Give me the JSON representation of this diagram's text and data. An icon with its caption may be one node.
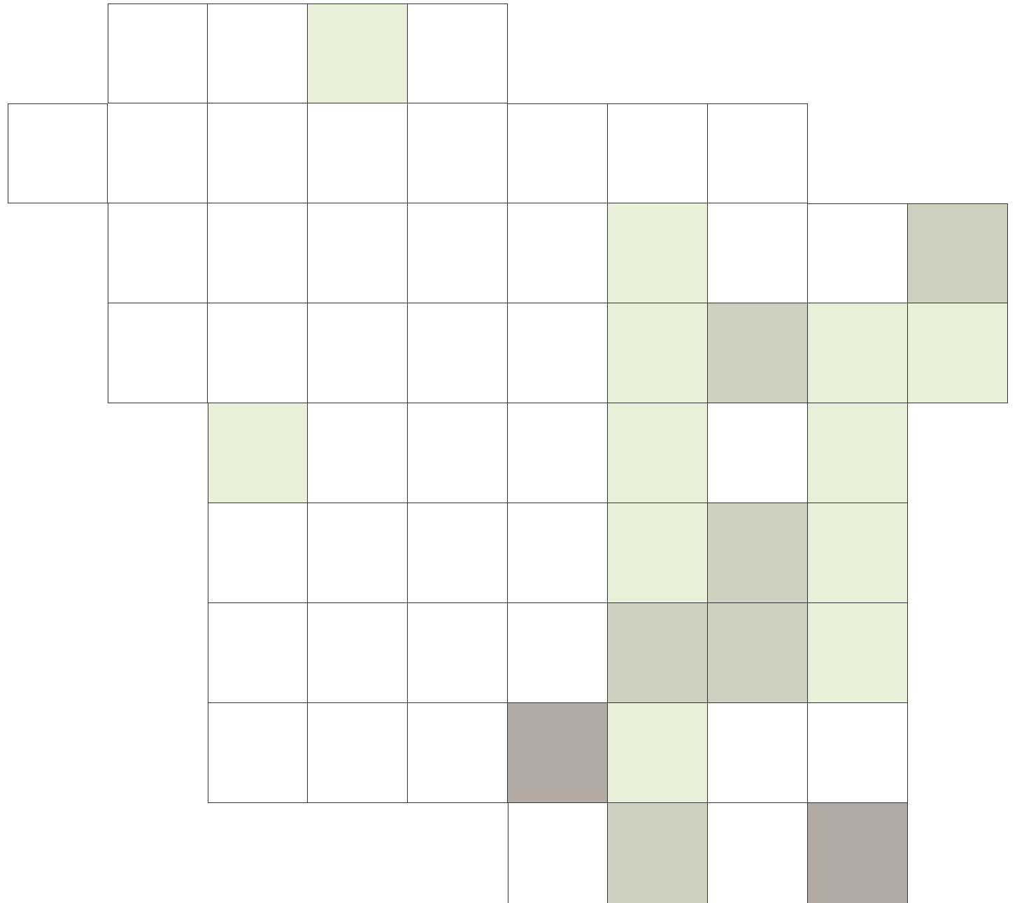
{
  "diagram": {
    "nodes": [
      {
        "text": [],
        "shape": "box"
      },
      {
        "text": [],
        "shape": "box"
      },
      {
        "text": [],
        "shape": "box"
      },
      {
        "text": [],
        "shape": "box"
      },
      {
        "text": [],
        "shape": "box"
      },
      {
        "text": [],
        "shape": "box"
      },
      {
        "text": [],
        "shape": "box"
      },
      {
        "text": [],
        "shape": "box"
      },
      {
        "text": [],
        "shape": "box"
      },
      {
        "text": [],
        "shape": "box"
      },
      {
        "text": [],
        "shape": "box"
      },
      {
        "text": [],
        "shape": "box"
      },
      {
        "text": [],
        "shape": "box"
      },
      {
        "text": [],
        "shape": "box"
      },
      {
        "text": [],
        "shape": "box"
      },
      {
        "text": [],
        "shape": "box"
      },
      {
        "text": [],
        "shape": "box"
      },
      {
        "text": [],
        "shape": "box"
      },
      {
        "text": [],
        "shape": "box"
      },
      {
        "text": [],
        "shape": "box"
      },
      {
        "text": [],
        "shape": "box"
      },
      {
        "text": [],
        "shape": "box"
      },
      {
        "text": [],
        "shape": "box"
      },
      {
        "text": [],
        "shape": "box"
      },
      {
        "text": [],
        "shape": "box"
      },
      {
        "text": [],
        "shape": "box"
      },
      {
        "text": [],
        "shape": "box"
      },
      {
        "text": [],
        "shape": "box"
      },
      {
        "text": [],
        "shape": "box"
      },
      {
        "text": [],
        "shape": "box"
      },
      {
        "text": [],
        "shape": "box"
      },
      {
        "text": [],
        "shape": "box"
      },
      {
        "text": [],
        "shape": "box"
      },
      {
        "text": [],
        "shape": "box"
      },
      {
        "text": [],
        "shape": "box"
      },
      {
        "text": [],
        "shape": "box"
      },
      {
        "text": [],
        "shape": "box"
      },
      {
        "text": [],
        "shape": "box"
      },
      {
        "text": [],
        "shape": "box"
      },
      {
        "text": [],
        "shape": "box"
      },
      {
        "text": [],
        "shape": "box"
      },
      {
        "text": [],
        "shape": "box"
      },
      {
        "text": [],
        "shape": "box"
      },
      {
        "text": [],
        "shape": "box"
      },
      {
        "text": [],
        "shape": "box"
      },
      {
        "text": [],
        "shape": "box"
      },
      {
        "text": [],
        "shape": "box"
      },
      {
        "text": [],
        "shape": "box"
      },
      {
        "text": [],
        "shape": "box"
      },
      {
        "text": [],
        "shape": "box"
      },
      {
        "text": [],
        "shape": "box"
      },
      {
        "text": [],
        "shape": "box"
      },
      {
        "text": [],
        "shape": "box"
      },
      {
        "text": [],
        "shape": "box"
      },
      {
        "text": [],
        "shape": "box"
      },
      {
        "text": [],
        "shape": "box"
      },
      {
        "text": [],
        "shape": "box"
      },
      {
        "text": [],
        "shape": "box"
      },
      {
        "text": [],
        "shape": "box"
      },
      {
        "text": [],
        "shape": "box"
      },
      {
        "text": [],
        "shape": "box"
      },
      {
        "text": [],
        "shape": "box"
      }
    ]
  }
}
